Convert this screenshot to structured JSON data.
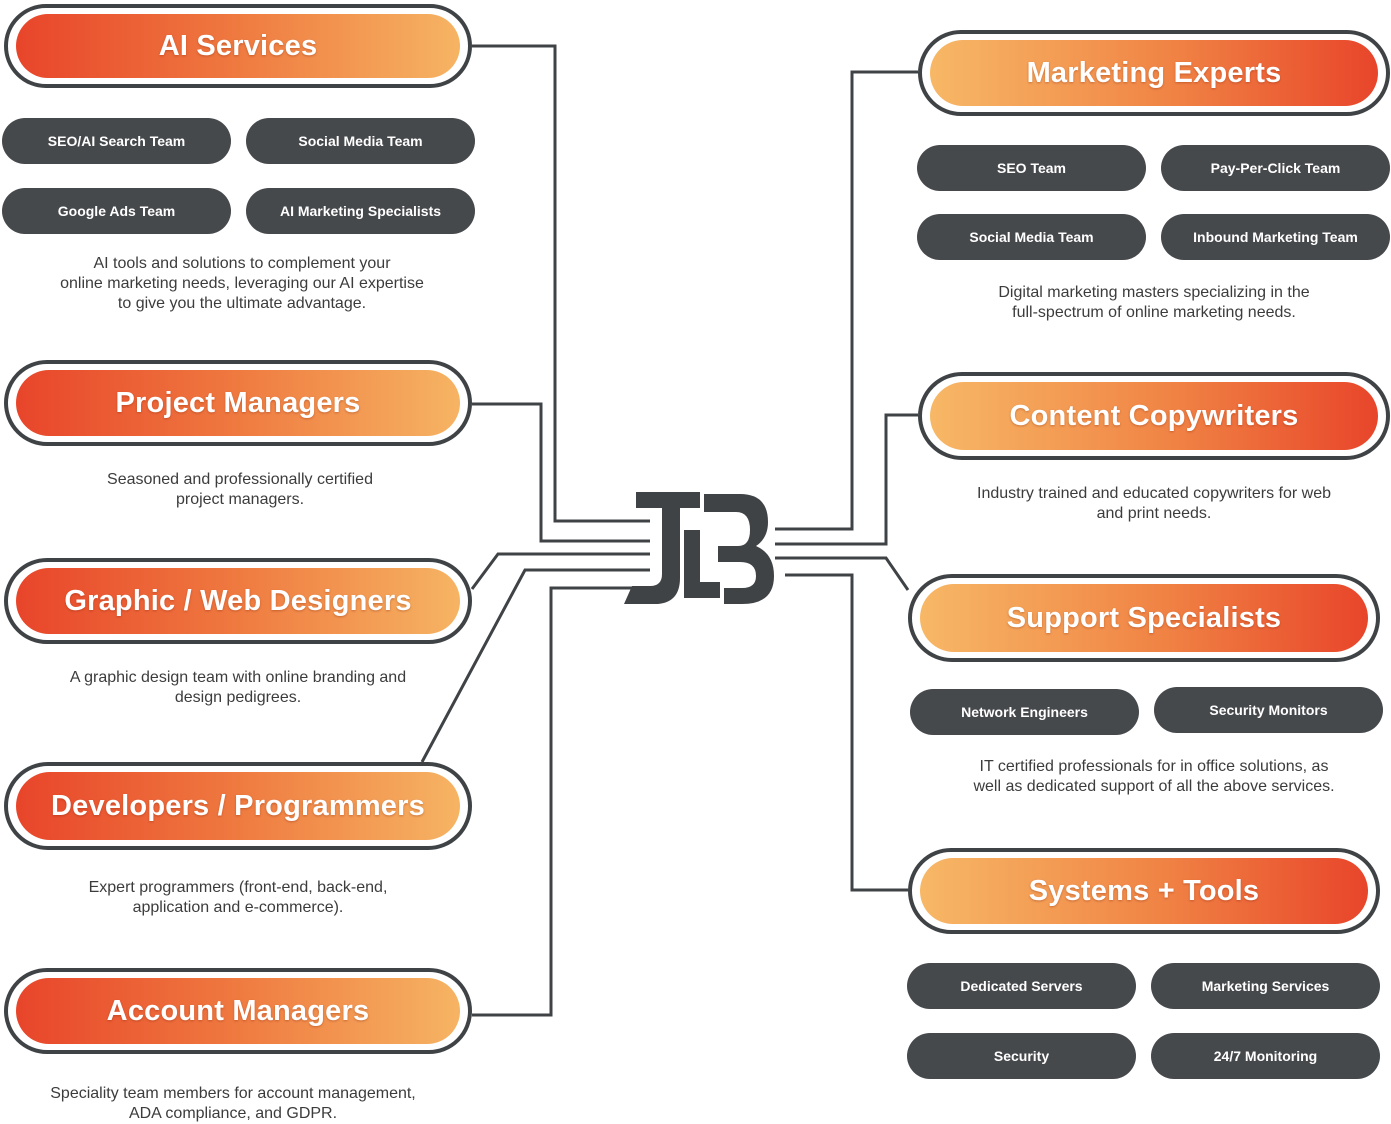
{
  "left": [
    {
      "title": "AI Services",
      "tags": [
        "SEO/AI Search Team",
        "Social Media Team",
        "Google Ads Team",
        "AI Marketing Specialists"
      ],
      "desc": [
        "AI tools and solutions to complement your",
        "online marketing needs, leveraging our AI expertise",
        "to give you the ultimate advantage."
      ]
    },
    {
      "title": "Project Managers",
      "tags": [],
      "desc": [
        "Seasoned and professionally certified",
        "project managers."
      ]
    },
    {
      "title": "Graphic / Web Designers",
      "tags": [],
      "desc": [
        "A graphic design team with online branding and",
        "design pedigrees."
      ]
    },
    {
      "title": "Developers / Programmers",
      "tags": [],
      "desc": [
        "Expert programmers (front-end, back-end,",
        "application and e-commerce)."
      ]
    },
    {
      "title": "Account Managers",
      "tags": [],
      "desc": [
        "Speciality team members for account management,",
        "ADA compliance, and GDPR."
      ]
    }
  ],
  "right": [
    {
      "title": "Marketing Experts",
      "tags": [
        "SEO Team",
        "Pay-Per-Click Team",
        "Social Media Team",
        "Inbound Marketing Team"
      ],
      "desc": [
        "Digital marketing masters specializing in the",
        "full-spectrum of online marketing needs."
      ]
    },
    {
      "title": "Content Copywriters",
      "tags": [],
      "desc": [
        "Industry trained and educated copywriters for web",
        "and print needs."
      ]
    },
    {
      "title": "Support Specialists",
      "tags": [
        "Network Engineers",
        "Security Monitors"
      ],
      "desc": [
        "IT certified professionals for in office solutions, as",
        "well as dedicated support of all the above services."
      ]
    },
    {
      "title": "Systems + Tools",
      "tags": [
        "Dedicated Servers",
        "Marketing Services",
        "Security",
        "24/7 Monitoring"
      ],
      "desc": []
    }
  ],
  "logo": {
    "text": "JLB"
  },
  "colors": {
    "connector": "#3f4346",
    "tag_bg": "#46494c",
    "orange_dark": "#e8452a",
    "orange_light": "#f6b463"
  }
}
